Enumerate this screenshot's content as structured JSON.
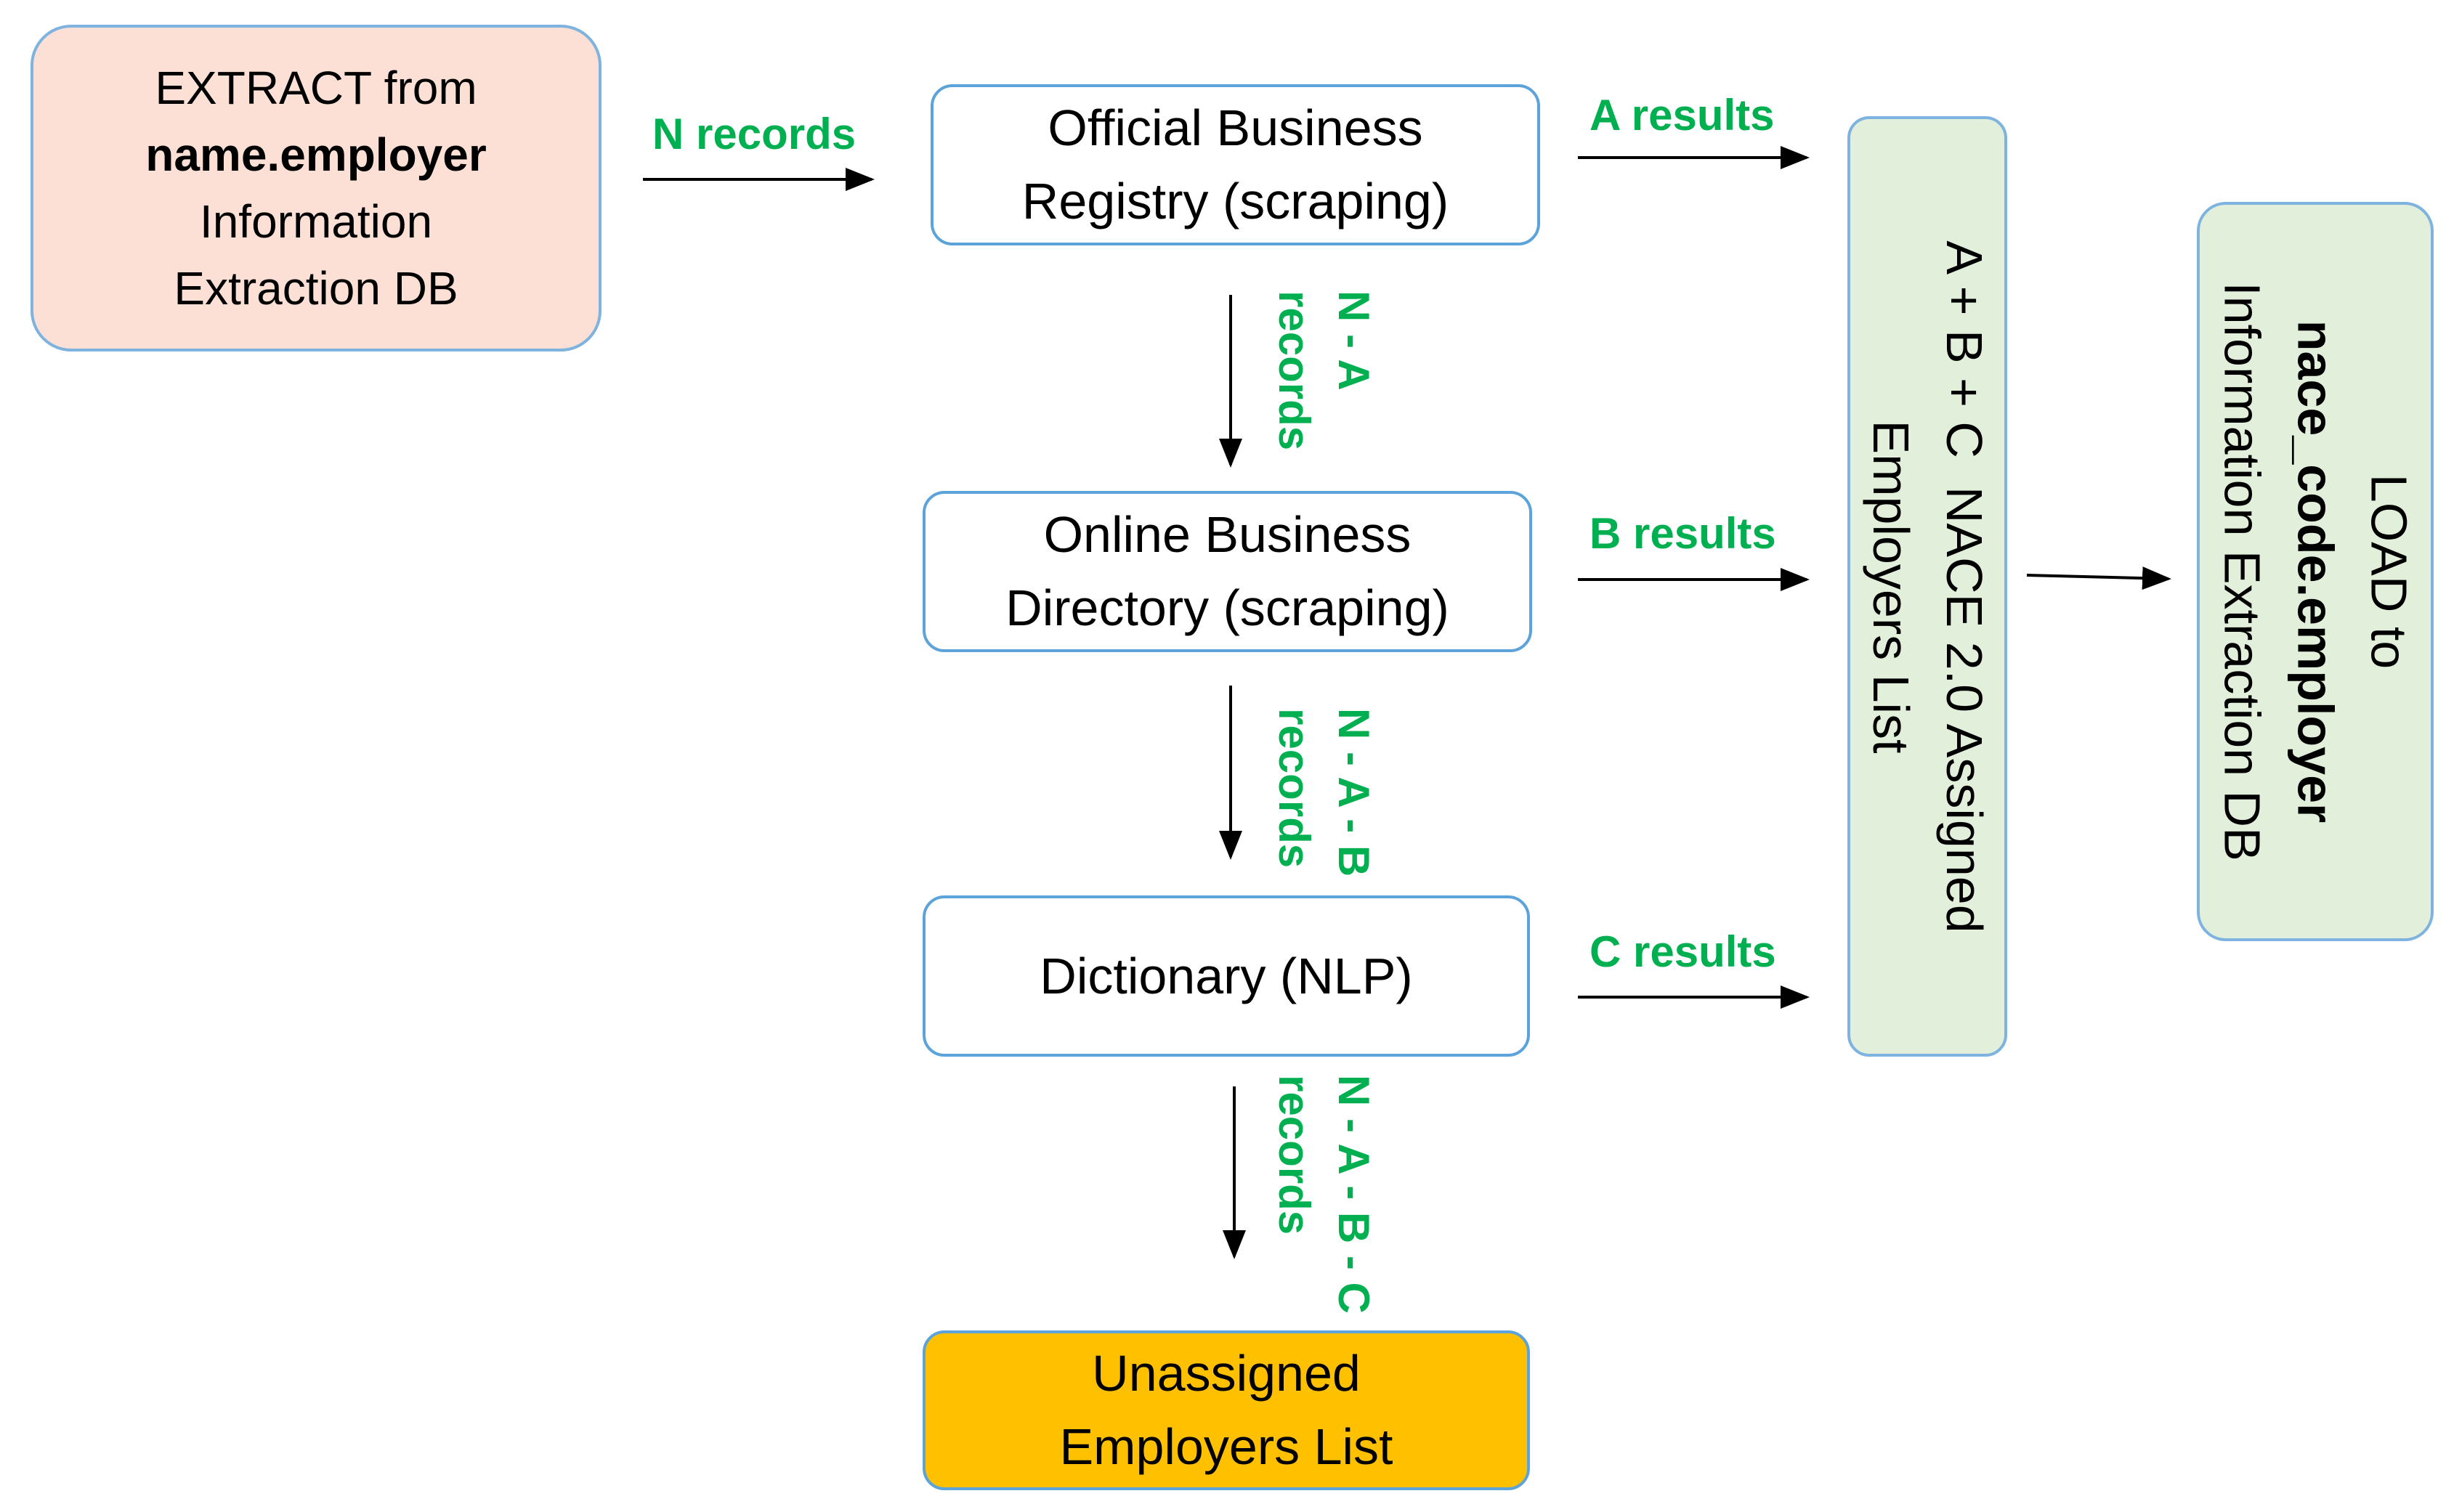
{
  "extract": {
    "line1": "EXTRACT from",
    "line2": "name.employer",
    "line3": "Information",
    "line4": "Extraction DB"
  },
  "official": {
    "line1": "Official Business",
    "line2": "Registry (scraping)"
  },
  "online": {
    "line1": "Online Business",
    "line2": "Directory (scraping)"
  },
  "dictionary": {
    "label": "Dictionary (NLP)"
  },
  "unassigned": {
    "line1": "Unassigned",
    "line2": "Employers List"
  },
  "assigned": {
    "line1": "A + B + C  NACE 2.0 Assigned",
    "line2": "Employers List"
  },
  "load": {
    "line1": "LOAD to",
    "line2": "nace_code.employer",
    "line3": "Information Extraction DB"
  },
  "labels": {
    "n_records": "N records",
    "a_results": "A results",
    "b_results": "B results",
    "c_results": "C results",
    "n_a": "N - A",
    "n_a_b": "N - A - B",
    "n_a_b_c": "N - A - B - C",
    "records": "records"
  },
  "colors": {
    "label_green": "#00b050",
    "box_border": "#5ba3d9",
    "extract_fill": "#fce0d5",
    "assigned_fill": "#e2efda",
    "unassigned_fill": "#ffc000"
  }
}
